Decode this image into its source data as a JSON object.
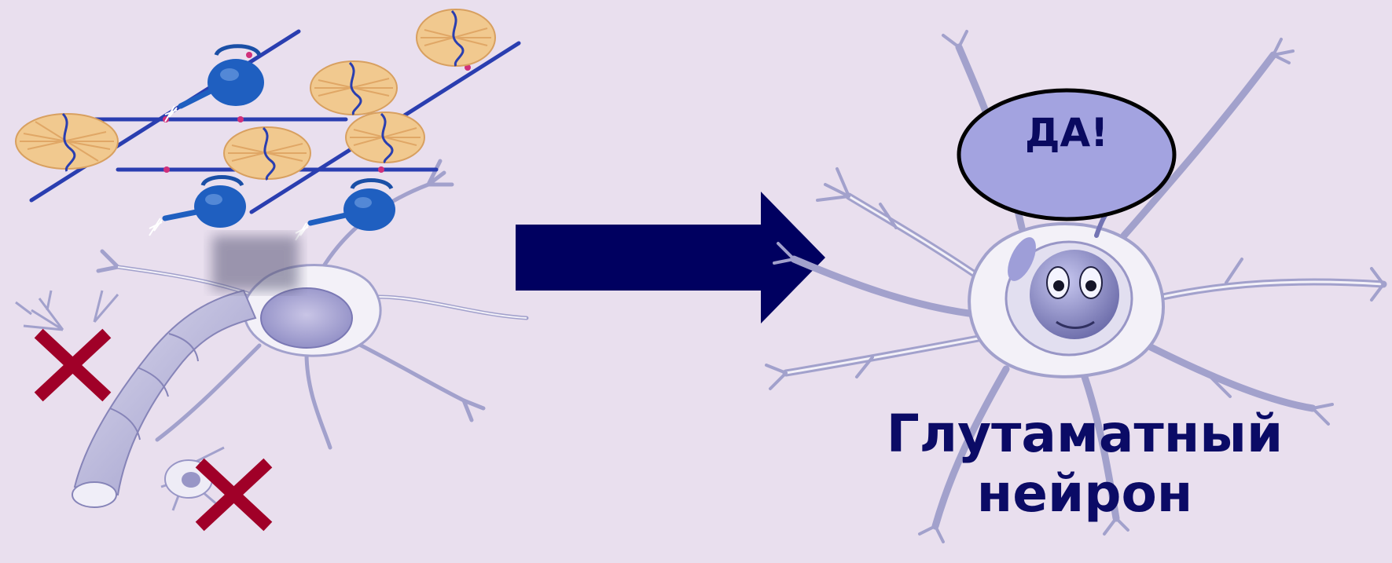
{
  "bubble": {
    "text": "ДА!"
  },
  "caption": {
    "line1": "Глутаматный",
    "line2": "нейрон"
  },
  "colors": {
    "background": "#e9dfee",
    "arrow": "#000060",
    "cross": "#a00028",
    "bubble_fill": "#a3a3e0",
    "neuron_fill": "#f3f1f8",
    "neuron_stroke": "#a2a1cc",
    "irrigation_pipe": "#2a3eb0",
    "watering_can": "#1f5fc0",
    "straw": "#e8b77a"
  },
  "icons": [
    "watering-can-icon",
    "haystack-icon",
    "cross-icon",
    "smiley-face-icon",
    "right-arrow-icon"
  ]
}
